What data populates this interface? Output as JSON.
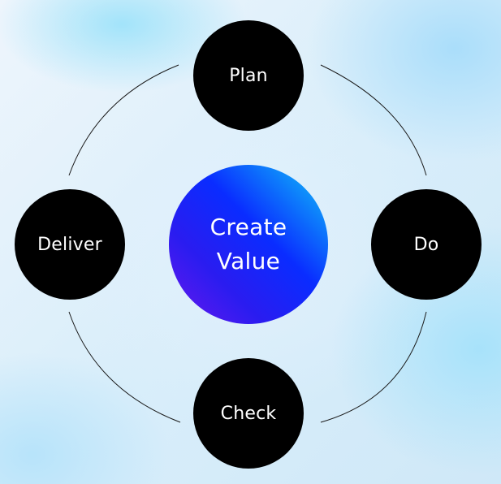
{
  "diagram": {
    "center": {
      "line1": "Create",
      "line2": "Value"
    },
    "nodes": {
      "plan": "Plan",
      "do": "Do",
      "check": "Check",
      "deliver": "Deliver"
    }
  },
  "colors": {
    "node_fill": "#000000",
    "node_text": "#ffffff",
    "center_gradient": [
      "#10c8f8",
      "#0a2cff",
      "#6a18ee"
    ],
    "ring_stroke": "#1a1a1a"
  }
}
